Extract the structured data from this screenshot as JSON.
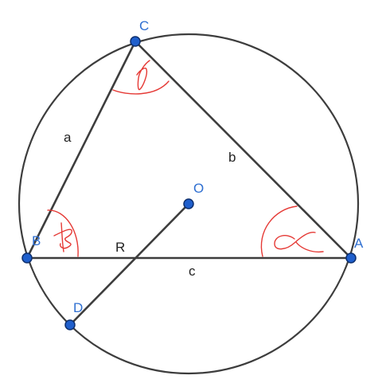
{
  "colors": {
    "stroke": "#3d3d3d",
    "point_fill": "#1f5fcc",
    "point_stroke": "#0d2f6e",
    "point_label": "#2f6fd1",
    "angle_mark": "#e53935",
    "segment_label": "#222222"
  },
  "points": {
    "A": "A",
    "B": "B",
    "C": "C",
    "D": "D",
    "O": "O"
  },
  "segments": {
    "a": "a",
    "b": "b",
    "c": "c",
    "R": "R"
  }
}
